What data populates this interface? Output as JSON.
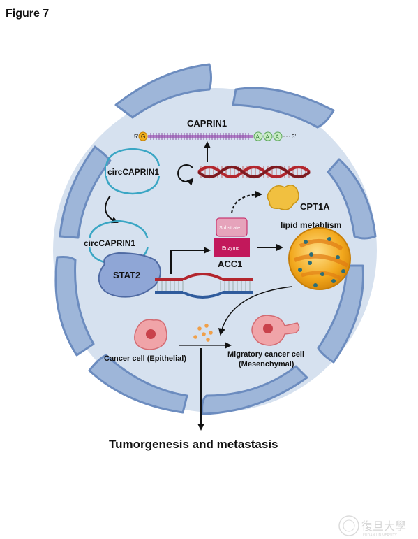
{
  "figure_label": "Figure 7",
  "labels": {
    "caprin1": "CAPRIN1",
    "mrna_5prime": "5'",
    "mrna_3prime": "3'",
    "mrna_cap": "G",
    "polya": [
      "A",
      "A",
      "A"
    ],
    "circ_top": "circCAPRIN1",
    "circ_bottom": "circCAPRIN1",
    "stat2": "STAT2",
    "cpt1a": "CPT1A",
    "lipid_metabolism": "lipid metablism",
    "substrate": "Substrate",
    "enzyme": "Enzyme",
    "acc1": "ACC1",
    "cancer_epithelial": "Cancer cell (Epithelial)",
    "migratory_line1": "Migratory cancer cell",
    "migratory_line2": "(Mesenchymal)",
    "outcome": "Tumorgenesis and metastasis"
  },
  "watermark": {
    "cn": "復旦大學",
    "en": "FUDAN UNIVERSITY"
  },
  "colors": {
    "cell_fill": "#d6e1ef",
    "membrane_fill": "#9eb6d9",
    "membrane_stroke": "#6c8cbf",
    "circ_rna": "#3aa6c4",
    "dna_red": "#b3262e",
    "dna_blue": "#2f5b9c",
    "enzyme": "#c2185b",
    "substrate": "#e6a3bb",
    "stat2": "#8fa6d6",
    "lipid": "#f2a81d",
    "cpt1a": "#f1c040",
    "mrna": "#b07cc6",
    "polya_green": "#7cc97a",
    "cancer_pink": "#f0a4a8"
  }
}
